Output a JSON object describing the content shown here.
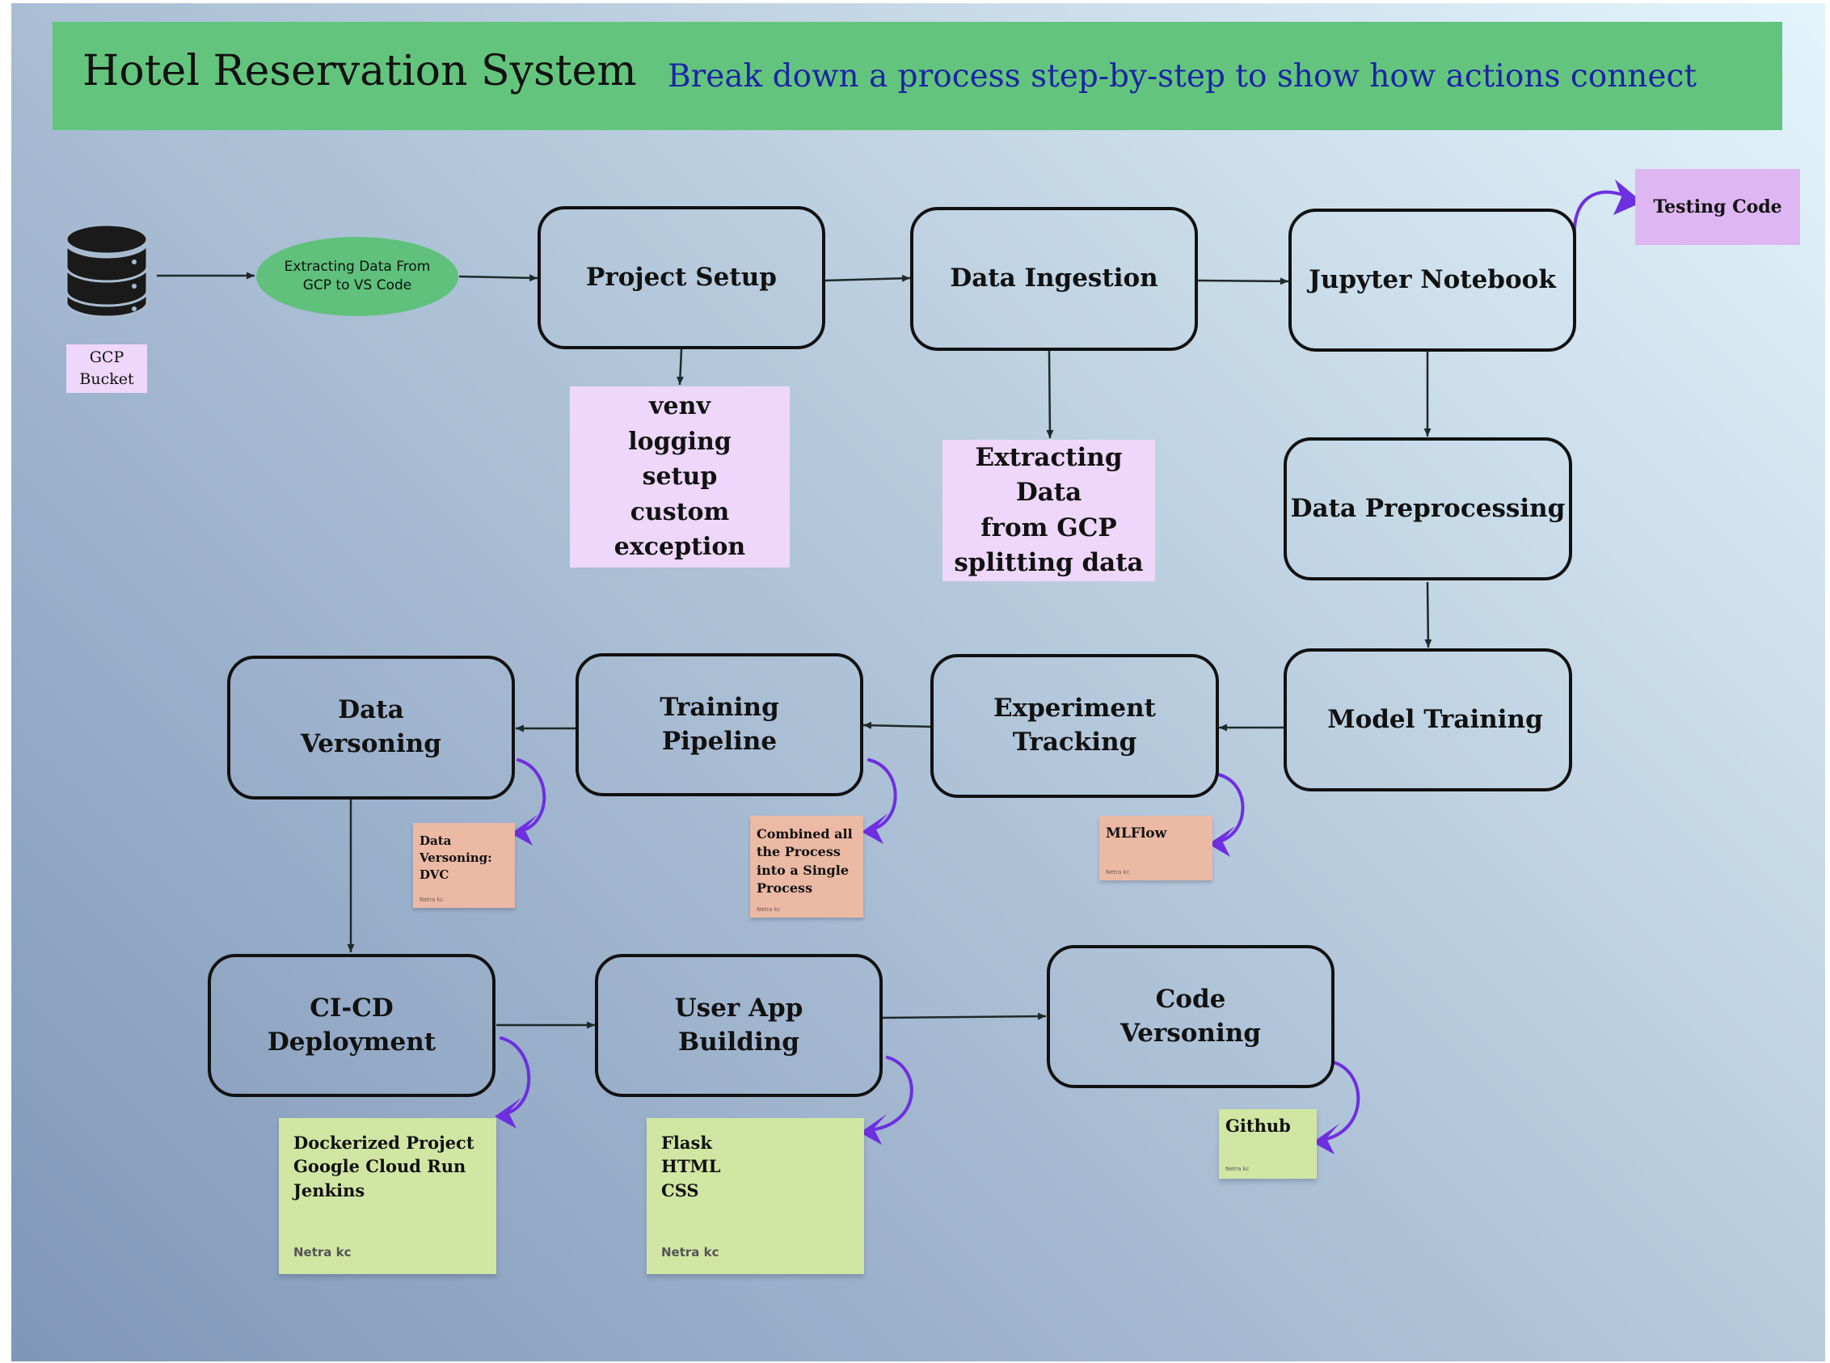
{
  "banner": {
    "title": "Hotel Reservation System",
    "subtitle": "Break down a process step-by-step to show how actions connect",
    "color": "#63c57d"
  },
  "source": {
    "label": "GCP\nBucket",
    "icon": "database-icon"
  },
  "extract_step": {
    "label": "Extracting Data From\nGCP to VS Code"
  },
  "nodes": {
    "project_setup": "Project Setup",
    "data_ingestion": "Data Ingestion",
    "jupyter_notebook": "Jupyter Notebook",
    "data_preprocessing": "Data Preprocessing",
    "model_training": "Model Training",
    "experiment_tracking": "Experiment\nTracking",
    "training_pipeline": "Training\nPipeline",
    "data_versioning": "Data\nVersoning",
    "cicd_deployment": "CI-CD\nDeployment",
    "user_app_building": "User App\nBuilding",
    "code_versioning": "Code\nVersoning"
  },
  "notes": {
    "testing_code": "Testing Code",
    "project_setup_details": "venv\nlogging\nsetup\ncustom\nexception",
    "data_ingestion_details": "Extracting Data\nfrom GCP\nsplitting data",
    "mlflow": "MLFlow",
    "pipeline_note": "Combined all\nthe Process\ninto a Single\nProcess",
    "dvc": "Data\nVersoning:\nDVC",
    "deployment_tools": "Dockerized Project\nGoogle Cloud Run\nJenkins",
    "app_stack": "Flask\nHTML\nCSS",
    "github": "Github"
  },
  "note_author": "Netra kc",
  "colors": {
    "node_border": "#111111",
    "purple_note": "#eed7fa",
    "violet_note": "#deb6f1",
    "salmon_note": "#ebb9a4",
    "green_note": "#d2e6a3",
    "callout_arrow": "#6d2fe0",
    "connector": "#1e2a2a"
  }
}
